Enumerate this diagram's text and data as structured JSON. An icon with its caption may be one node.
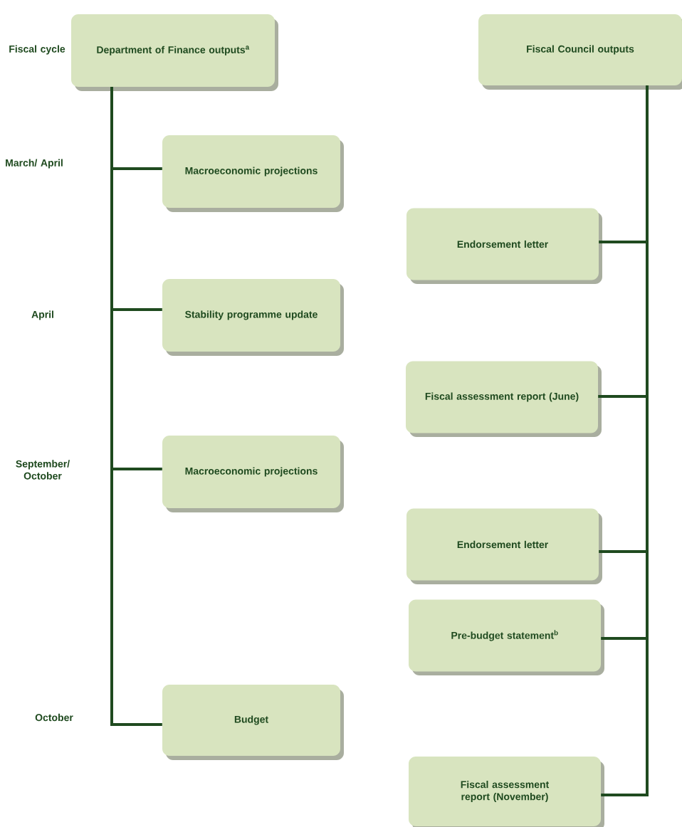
{
  "diagram": {
    "nodes": [
      {
        "text": [
          "Department of Finance outputs$^{a}$"
        ]
      },
      {
        "text": [
          "Fiscal Council outputs"
        ]
      },
      {
        "text": [
          "Macroeconomic projections"
        ]
      },
      {
        "text": [
          "Stability programme update"
        ]
      },
      {
        "text": [
          "Macroeconomic projections"
        ]
      },
      {
        "text": [
          "Budget"
        ]
      },
      {
        "text": [
          "Endorsement letter"
        ]
      },
      {
        "text": [
          "Fiscal assessment report (June)"
        ]
      },
      {
        "text": [
          "Endorsement letter"
        ]
      },
      {
        "text": [
          "Pre-budget statement$^{b}$"
        ]
      },
      {
        "text": [
          "Fiscal assessment report (November)"
        ]
      }
    ],
    "edges": [
      {
        "from": 0,
        "to": 2,
        "arrow": "none"
      },
      {
        "from": 0,
        "to": 3,
        "arrow": "none"
      },
      {
        "from": 0,
        "to": 4,
        "arrow": "none"
      },
      {
        "from": 0,
        "to": 5,
        "arrow": "none"
      },
      {
        "from": 1,
        "to": 6,
        "arrow": "none"
      },
      {
        "from": 1,
        "to": 7,
        "arrow": "none"
      },
      {
        "from": 1,
        "to": 8,
        "arrow": "none"
      },
      {
        "from": 1,
        "to": 9,
        "arrow": "none"
      },
      {
        "from": 1,
        "to": 10,
        "arrow": "none"
      }
    ],
    "labels": [
      "Fiscal cycle",
      "March/ April",
      "April",
      "September/ October",
      "October"
    ]
  }
}
